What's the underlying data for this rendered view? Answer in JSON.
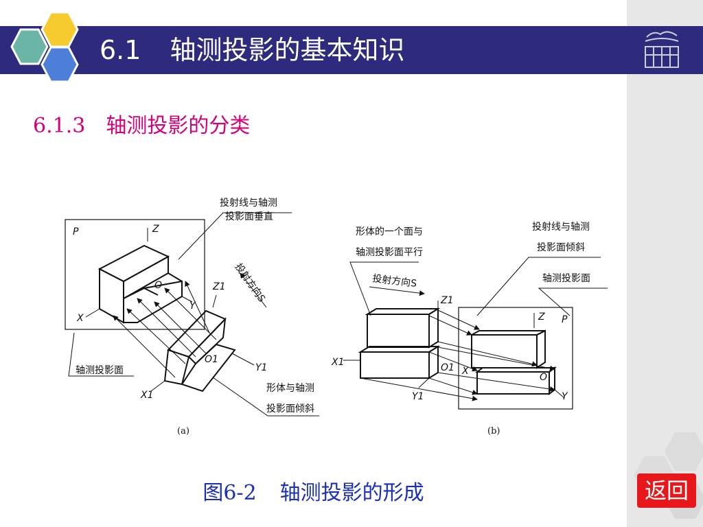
{
  "header": {
    "section_number": "6.1",
    "title": "轴测投影的基本知识"
  },
  "subheader": {
    "section_number": "6.1.3",
    "title": "轴测投影的分类"
  },
  "figure": {
    "a": {
      "label": "(a)",
      "plane": "P",
      "axis_z": "Z",
      "axis_o": "O",
      "axis_y": "Y",
      "axis_x": "X",
      "axis_z1": "Z1",
      "axis_o1": "O1",
      "axis_y1": "Y1",
      "axis_x1": "X1",
      "note_perpendicular_1": "投射线与轴测",
      "note_perpendicular_2": "投影面垂直",
      "note_direction": "投射方向S",
      "note_plane": "轴测投影面",
      "note_inclined_1": "形体与轴测",
      "note_inclined_2": "投影面倾斜"
    },
    "b": {
      "label": "(b)",
      "plane": "P",
      "axis_z": "Z",
      "axis_o": "O",
      "axis_y": "Y",
      "axis_x": "X",
      "axis_z1": "Z1",
      "axis_o1": "O1",
      "axis_y1": "Y1",
      "axis_x1": "X1",
      "note_parallel_1": "形体的一个面与",
      "note_parallel_2": "轴测投影面平行",
      "note_direction": "投射方向S",
      "note_oblique_1": "投射线与轴测",
      "note_oblique_2": "投影面倾斜",
      "note_plane": "轴测投影面"
    }
  },
  "caption": {
    "number": "图6-2",
    "text": "轴测投影的形成"
  },
  "nav": {
    "return_label": "返回"
  },
  "colors": {
    "title_bar": "#2e2a7e",
    "subtitle": "#d4007a",
    "caption": "#1a2fb8",
    "return_button": "#e8171b",
    "hex_teal": "#6ab5a5",
    "hex_yellow": "#f5cb2e",
    "hex_blue": "#4d7fd9",
    "sidebar": "#e7e7e7"
  }
}
